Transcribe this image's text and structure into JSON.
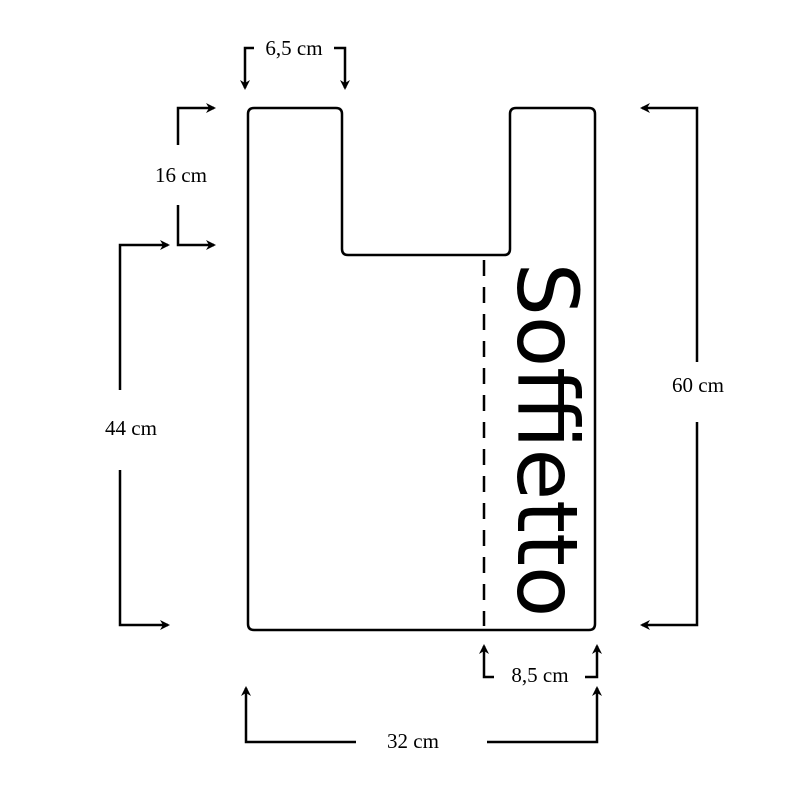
{
  "labels": {
    "handle_width": "6,5 cm",
    "handle_height": "16 cm",
    "body_height": "44 cm",
    "total_height": "60 cm",
    "gusset_width": "8,5 cm",
    "total_width": "32 cm",
    "gusset_label": "Soffietto"
  },
  "colors": {
    "stroke": "#000000",
    "background": "#ffffff"
  }
}
